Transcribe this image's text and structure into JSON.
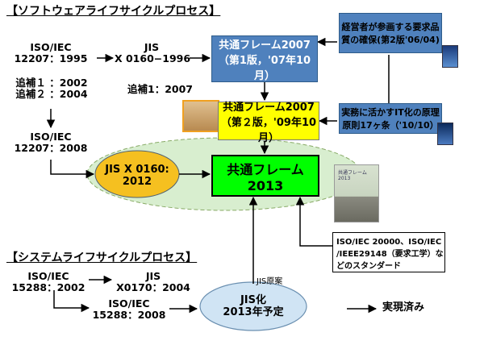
{
  "software": {
    "heading": "【ソフトウェアライフサイクルプロセス】",
    "iso12207_1995": [
      "ISO/IEC",
      "12207：1995"
    ],
    "supplements": [
      "追補１ ：2002",
      "追補２ ：2004"
    ],
    "iso12207_2008": [
      "ISO/IEC",
      "12207：2008"
    ],
    "jis1996": [
      "JIS",
      "X 0160−1996"
    ],
    "jis_supplement": "追補1：2007",
    "jisx0160_2012": [
      "JIS X 0160:",
      "2012"
    ],
    "framework_v1": [
      "共通フレーム2007",
      "（第1版，'07年10月）"
    ],
    "framework_v2": [
      "共通フレーム2007",
      "（第２版，'09年10月）"
    ],
    "framework_2013": [
      "共通フレーム",
      "2013"
    ],
    "mgmt_box": [
      "経営者が参画する要求品",
      "質の確保(第2版'06/04)"
    ],
    "practice_box": [
      "実務に活かすIT化の原理",
      "原則17ヶ条（'10/10）"
    ],
    "standards_box": [
      "ISO/IEC 20000、ISO/IEC",
      "/IEEE29148（要求工学）な",
      "どのスタンダード"
    ],
    "book_title": "共通フレーム2013"
  },
  "system": {
    "heading": "【システムライフサイクルプロセス】",
    "iso15288_2002": [
      "ISO/IEC",
      "15288：2002"
    ],
    "jis0170": [
      "JIS",
      "X0170：2004"
    ],
    "iso15288_2008": [
      "ISO/IEC",
      "15288：2008"
    ],
    "jis_draft_label": "JIS原案",
    "jis_planned": [
      "JIS化",
      "2013年予定"
    ]
  },
  "legend": {
    "realized": "実現済み"
  },
  "colors": {
    "blue_box": "#4f81bd",
    "yellow_box": "#ffff00",
    "green_box": "#00ff00",
    "gold_ellipse": "#f5c020",
    "green_ellipse": "#d8eecf",
    "light_blue_ellipse": "#d0e4f4",
    "orange_frame": "#f0a020"
  }
}
